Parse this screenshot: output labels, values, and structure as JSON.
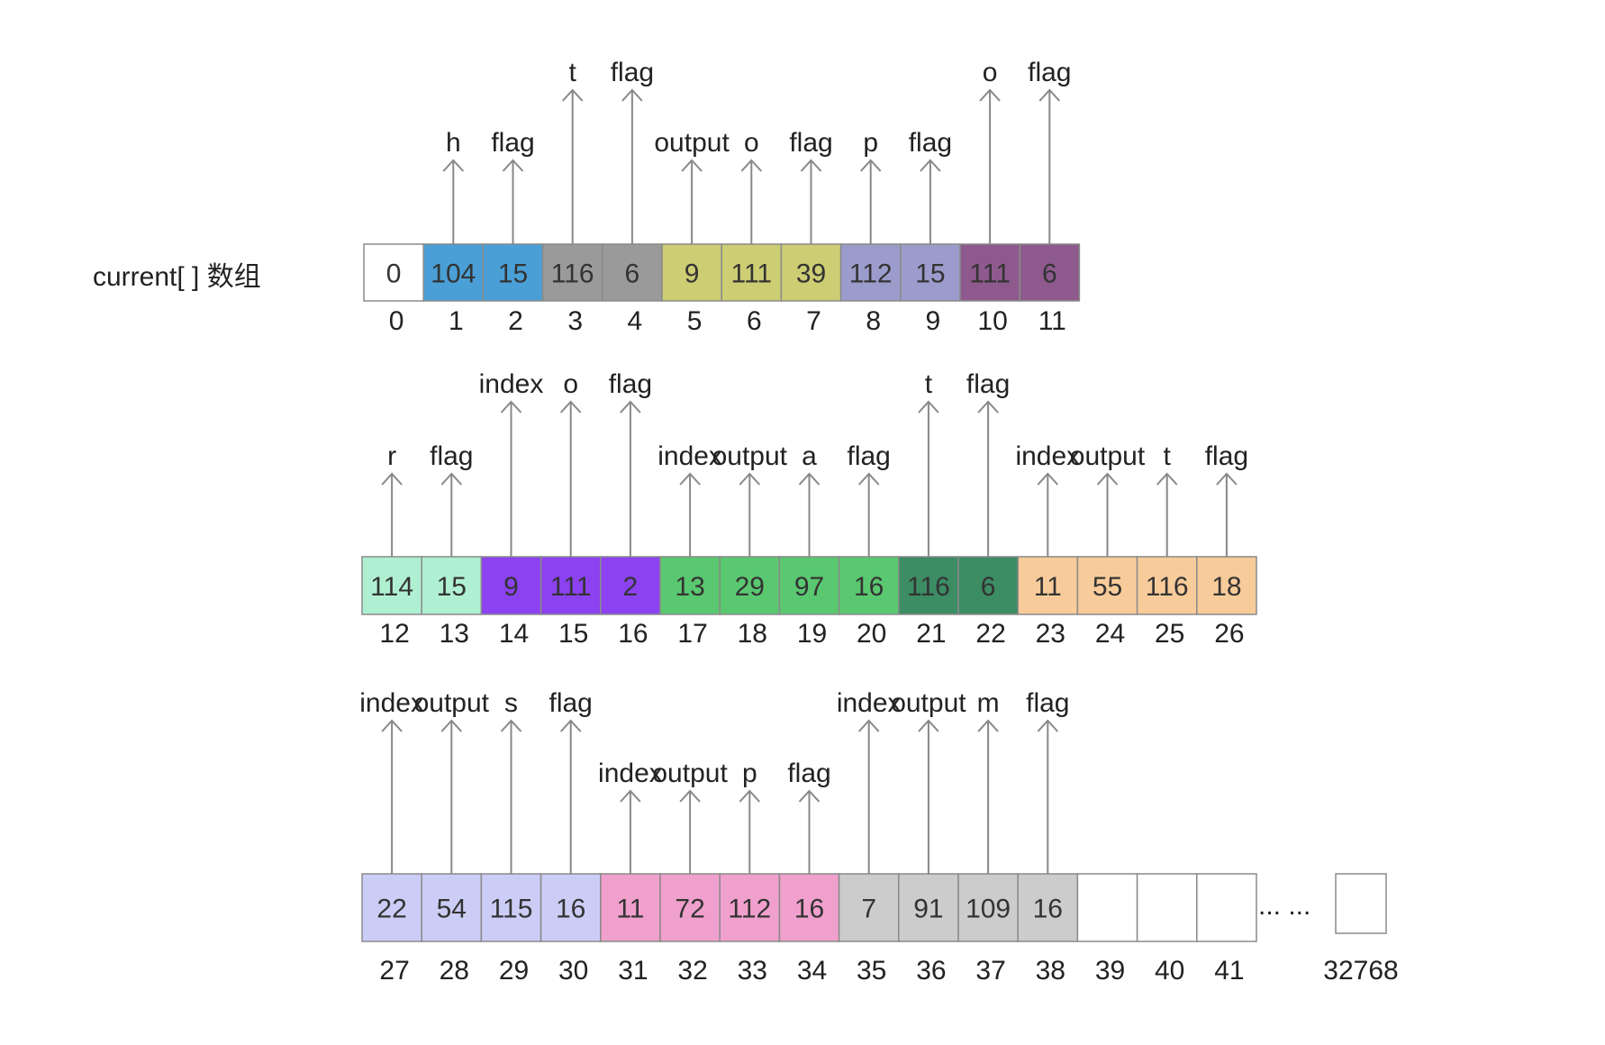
{
  "title": "current[ ] 数组",
  "ellipsis": "... ...",
  "colors": {
    "white": "#ffffff",
    "blue": "#4a9fd6",
    "gray": "#9a9a9a",
    "olive": "#cdcd74",
    "lavender": "#9c9ccc",
    "plum": "#8e5a8e",
    "mint": "#b0f0d2",
    "violet": "#8c42f0",
    "green": "#5ac870",
    "darkgreen": "#3c8c64",
    "peach": "#f8cc9a",
    "periwinkle": "#cccdf6",
    "pink": "#f0a0cc",
    "lightgray": "#cccccc"
  },
  "rows": [
    {
      "cells": [
        {
          "value": "0",
          "index": "0",
          "color": "white"
        },
        {
          "value": "104",
          "index": "1",
          "color": "blue"
        },
        {
          "value": "15",
          "index": "2",
          "color": "blue"
        },
        {
          "value": "116",
          "index": "3",
          "color": "gray"
        },
        {
          "value": "6",
          "index": "4",
          "color": "gray"
        },
        {
          "value": "9",
          "index": "5",
          "color": "olive"
        },
        {
          "value": "111",
          "index": "6",
          "color": "olive"
        },
        {
          "value": "39",
          "index": "7",
          "color": "olive"
        },
        {
          "value": "112",
          "index": "8",
          "color": "lavender"
        },
        {
          "value": "15",
          "index": "9",
          "color": "lavender"
        },
        {
          "value": "111",
          "index": "10",
          "color": "plum"
        },
        {
          "value": "6",
          "index": "11",
          "color": "plum"
        }
      ],
      "arrows": [
        {
          "cell": 1,
          "label": "h",
          "level": "low"
        },
        {
          "cell": 2,
          "label": "flag",
          "level": "low"
        },
        {
          "cell": 3,
          "label": "t",
          "level": "high"
        },
        {
          "cell": 4,
          "label": "flag",
          "level": "high"
        },
        {
          "cell": 5,
          "label": "output",
          "level": "low"
        },
        {
          "cell": 6,
          "label": "o",
          "level": "low"
        },
        {
          "cell": 7,
          "label": "flag",
          "level": "low"
        },
        {
          "cell": 8,
          "label": "p",
          "level": "low"
        },
        {
          "cell": 9,
          "label": "flag",
          "level": "low"
        },
        {
          "cell": 10,
          "label": "o",
          "level": "high"
        },
        {
          "cell": 11,
          "label": "flag",
          "level": "high"
        }
      ]
    },
    {
      "cells": [
        {
          "value": "114",
          "index": "12",
          "color": "mint"
        },
        {
          "value": "15",
          "index": "13",
          "color": "mint"
        },
        {
          "value": "9",
          "index": "14",
          "color": "violet"
        },
        {
          "value": "111",
          "index": "15",
          "color": "violet"
        },
        {
          "value": "2",
          "index": "16",
          "color": "violet"
        },
        {
          "value": "13",
          "index": "17",
          "color": "green"
        },
        {
          "value": "29",
          "index": "18",
          "color": "green"
        },
        {
          "value": "97",
          "index": "19",
          "color": "green"
        },
        {
          "value": "16",
          "index": "20",
          "color": "green"
        },
        {
          "value": "116",
          "index": "21",
          "color": "darkgreen"
        },
        {
          "value": "6",
          "index": "22",
          "color": "darkgreen"
        },
        {
          "value": "11",
          "index": "23",
          "color": "peach"
        },
        {
          "value": "55",
          "index": "24",
          "color": "peach"
        },
        {
          "value": "116",
          "index": "25",
          "color": "peach"
        },
        {
          "value": "18",
          "index": "26",
          "color": "peach"
        }
      ],
      "arrows": [
        {
          "cell": 0,
          "label": "r",
          "level": "low"
        },
        {
          "cell": 1,
          "label": "flag",
          "level": "low"
        },
        {
          "cell": 2,
          "label": "index",
          "level": "high"
        },
        {
          "cell": 3,
          "label": "o",
          "level": "high"
        },
        {
          "cell": 4,
          "label": "flag",
          "level": "high"
        },
        {
          "cell": 5,
          "label": "index",
          "level": "low"
        },
        {
          "cell": 6,
          "label": "output",
          "level": "low"
        },
        {
          "cell": 7,
          "label": "a",
          "level": "low"
        },
        {
          "cell": 8,
          "label": "flag",
          "level": "low"
        },
        {
          "cell": 9,
          "label": "t",
          "level": "high"
        },
        {
          "cell": 10,
          "label": "flag",
          "level": "high"
        },
        {
          "cell": 11,
          "label": "index",
          "level": "low"
        },
        {
          "cell": 12,
          "label": "output",
          "level": "low"
        },
        {
          "cell": 13,
          "label": "t",
          "level": "low"
        },
        {
          "cell": 14,
          "label": "flag",
          "level": "low"
        }
      ]
    },
    {
      "cells": [
        {
          "value": "22",
          "index": "27",
          "color": "periwinkle"
        },
        {
          "value": "54",
          "index": "28",
          "color": "periwinkle"
        },
        {
          "value": "115",
          "index": "29",
          "color": "periwinkle"
        },
        {
          "value": "16",
          "index": "30",
          "color": "periwinkle"
        },
        {
          "value": "11",
          "index": "31",
          "color": "pink"
        },
        {
          "value": "72",
          "index": "32",
          "color": "pink"
        },
        {
          "value": "112",
          "index": "33",
          "color": "pink"
        },
        {
          "value": "16",
          "index": "34",
          "color": "pink"
        },
        {
          "value": "7",
          "index": "35",
          "color": "lightgray"
        },
        {
          "value": "91",
          "index": "36",
          "color": "lightgray"
        },
        {
          "value": "109",
          "index": "37",
          "color": "lightgray"
        },
        {
          "value": "16",
          "index": "38",
          "color": "lightgray"
        },
        {
          "value": "",
          "index": "39",
          "color": "white"
        },
        {
          "value": "",
          "index": "40",
          "color": "white"
        },
        {
          "value": "",
          "index": "41",
          "color": "white"
        }
      ],
      "extra_cell": {
        "value": "",
        "index": "32768",
        "color": "white"
      },
      "arrows": [
        {
          "cell": 0,
          "label": "index",
          "level": "high"
        },
        {
          "cell": 1,
          "label": "output",
          "level": "high"
        },
        {
          "cell": 2,
          "label": "s",
          "level": "high"
        },
        {
          "cell": 3,
          "label": "flag",
          "level": "high"
        },
        {
          "cell": 4,
          "label": "index",
          "level": "low"
        },
        {
          "cell": 5,
          "label": "output",
          "level": "low"
        },
        {
          "cell": 6,
          "label": "p",
          "level": "low"
        },
        {
          "cell": 7,
          "label": "flag",
          "level": "low"
        },
        {
          "cell": 8,
          "label": "index",
          "level": "high"
        },
        {
          "cell": 9,
          "label": "output",
          "level": "high"
        },
        {
          "cell": 10,
          "label": "m",
          "level": "high"
        },
        {
          "cell": 11,
          "label": "flag",
          "level": "high"
        }
      ]
    }
  ]
}
